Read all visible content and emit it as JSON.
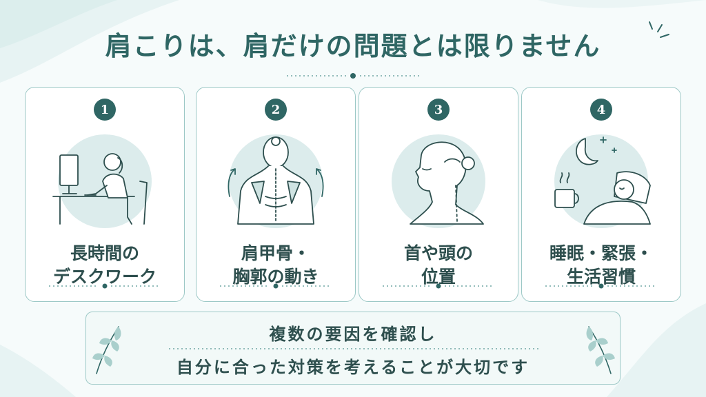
{
  "title": "肩こりは、肩だけの問題とは限りません",
  "cards": [
    {
      "number": "1",
      "label_line1": "長時間の",
      "label_line2": "デスクワーク",
      "icon": "desk-work-illustration"
    },
    {
      "number": "2",
      "label_line1": "肩甲骨・",
      "label_line2": "胸郭の動き",
      "icon": "shoulder-blade-illustration"
    },
    {
      "number": "3",
      "label_line1": "首や頭の",
      "label_line2": "位置",
      "icon": "head-neck-illustration"
    },
    {
      "number": "4",
      "label_line1": "睡眠・緊張・",
      "label_line2": "生活習慣",
      "icon": "sleep-illustration"
    }
  ],
  "bottom": {
    "line1": "複数の要因を確認し",
    "line2": "自分に合った対策を考えることが大切です"
  },
  "colors": {
    "accent": "#2f6664",
    "border": "#9cc8c6",
    "text": "#2e4f4e",
    "background": "#f6fbfb"
  }
}
